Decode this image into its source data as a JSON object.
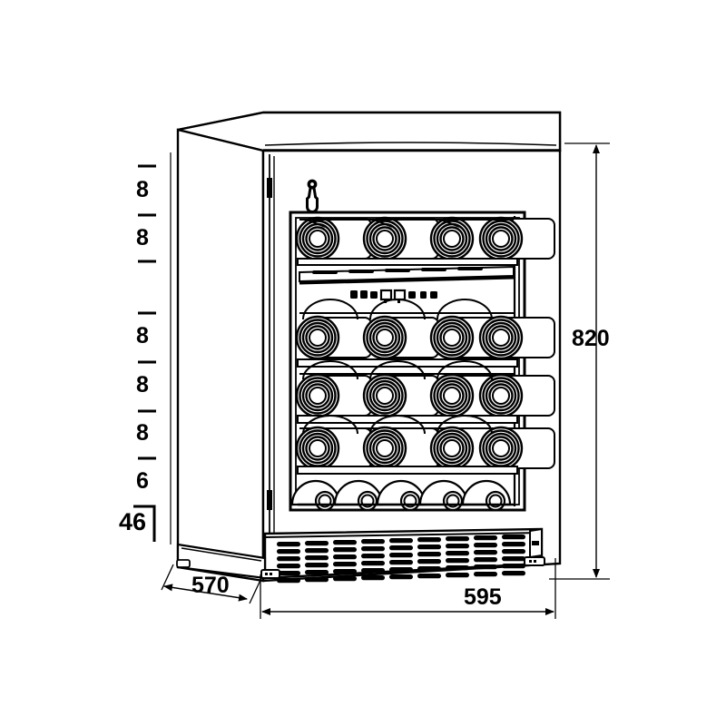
{
  "drawing": {
    "type": "technical-line-drawing",
    "subject": "Built-in dual-zone wine cooler / wine cellar cabinet",
    "projection": "isometric front-left three-quarter view",
    "units": "mm",
    "line_color": "#000000",
    "fill_color": "#ffffff",
    "background": "#ffffff"
  },
  "dimensions": {
    "height": {
      "value": "820",
      "label": "820",
      "orientation": "vertical",
      "side": "right",
      "arrows": "both-ends"
    },
    "width": {
      "value": "595",
      "label": "595",
      "orientation": "horizontal",
      "side": "bottom",
      "arrows": "both-ends"
    },
    "depth": {
      "value": "570",
      "label": "570",
      "orientation": "diagonal",
      "side": "bottom-left",
      "arrows": "both-ends"
    },
    "plinth": {
      "value": "46",
      "label": "46",
      "orientation": "vertical",
      "side": "left",
      "bracket": "L-shaped"
    }
  },
  "shelf_spacing": {
    "note": "Left-hand tick ladder showing bottle-row / shelf pitch",
    "entries": [
      {
        "label": "8",
        "index": 1
      },
      {
        "label": "8",
        "index": 2
      },
      {
        "label": "8",
        "index": 3
      },
      {
        "label": "8",
        "index": 4
      },
      {
        "label": "8",
        "index": 5
      },
      {
        "label": "6",
        "index": 6
      }
    ],
    "base_label": "46"
  },
  "product": {
    "door": {
      "type": "glass-door",
      "frame": "stainless-steel",
      "lock_icon": "key-lock-icon",
      "handle_side": "left-hinged"
    },
    "interior": {
      "shelf_rows": 6,
      "bottles_per_visible_row": 4,
      "bottom_row_style": "angled-bottles",
      "control_panel": {
        "position": "center, below second shelf",
        "buttons": 6,
        "displays": 2
      }
    },
    "base": {
      "vent_grille": {
        "columns": 10,
        "rows": 6
      },
      "feet": 2
    }
  }
}
